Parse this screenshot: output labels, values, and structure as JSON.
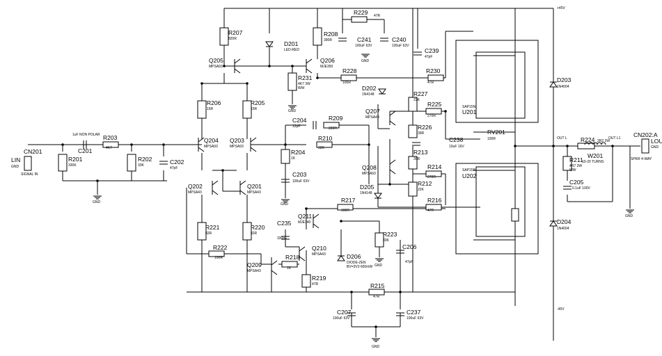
{
  "components": [
    {
      "id": "cn201",
      "ref": "CN201",
      "vals": [
        "SIGNAL IN"
      ]
    },
    {
      "id": "cn201pins",
      "ref": "LIN",
      "vals": [
        "GND"
      ]
    },
    {
      "id": "c201",
      "ref": "C201",
      "vals": [
        "1uF NON POLAR"
      ]
    },
    {
      "id": "r203",
      "ref": "R203",
      "vals": [
        "4K7"
      ]
    },
    {
      "id": "r201",
      "ref": "R201",
      "vals": [
        "330K"
      ]
    },
    {
      "id": "r202",
      "ref": "R202",
      "vals": [
        "33K"
      ]
    },
    {
      "id": "c202",
      "ref": "C202",
      "vals": [
        "47pF"
      ]
    },
    {
      "id": "r207",
      "ref": "R207",
      "vals": [
        "820R"
      ]
    },
    {
      "id": "d201",
      "ref": "D201",
      "vals": [
        "LED-RED"
      ]
    },
    {
      "id": "r208",
      "ref": "R208",
      "vals": [
        "390R"
      ]
    },
    {
      "id": "r229",
      "ref": "R229",
      "vals": [
        "47R"
      ]
    },
    {
      "id": "c241",
      "ref": "C241",
      "vals": [
        "100uF 63V"
      ]
    },
    {
      "id": "c240",
      "ref": "C240",
      "vals": [
        "100uF 63V"
      ]
    },
    {
      "id": "c239",
      "ref": "C239",
      "vals": [
        "47pF"
      ]
    },
    {
      "id": "q205",
      "ref": "Q205",
      "vals": [
        "MPSA93"
      ]
    },
    {
      "id": "q206",
      "ref": "Q206",
      "vals": [
        "MJE350"
      ]
    },
    {
      "id": "r231",
      "ref": "R231",
      "vals": [
        "4K7 3W",
        "WW"
      ]
    },
    {
      "id": "r228",
      "ref": "R228",
      "vals": [
        "100R"
      ]
    },
    {
      "id": "r230",
      "ref": "R230",
      "vals": [
        "47R"
      ]
    },
    {
      "id": "d202",
      "ref": "D202",
      "vals": [
        "1N4148"
      ]
    },
    {
      "id": "r227",
      "ref": "R227",
      "vals": [
        "22K"
      ]
    },
    {
      "id": "r225",
      "ref": "R225",
      "vals": [
        "270R"
      ]
    },
    {
      "id": "q207",
      "ref": "Q207",
      "vals": [
        "MPSA43"
      ]
    },
    {
      "id": "r226",
      "ref": "R226",
      "vals": [
        "39R"
      ]
    },
    {
      "id": "r206",
      "ref": "R206",
      "vals": [
        "15R"
      ]
    },
    {
      "id": "r205",
      "ref": "R205",
      "vals": [
        "15R"
      ]
    },
    {
      "id": "c204",
      "ref": "C204",
      "vals": [
        "12pF"
      ]
    },
    {
      "id": "r209",
      "ref": "R209",
      "vals": [
        "220R"
      ]
    },
    {
      "id": "q204",
      "ref": "Q204",
      "vals": [
        "MPSA93"
      ]
    },
    {
      "id": "q203",
      "ref": "Q203",
      "vals": [
        "MPSA93"
      ]
    },
    {
      "id": "r210",
      "ref": "R210",
      "vals": [
        "33K"
      ]
    },
    {
      "id": "r204",
      "ref": "R204",
      "vals": [
        "1K"
      ]
    },
    {
      "id": "c203",
      "ref": "C203",
      "vals": [
        "100uF 63V"
      ]
    },
    {
      "id": "q202",
      "ref": "Q202",
      "vals": [
        "MPSA43"
      ]
    },
    {
      "id": "q201",
      "ref": "Q201",
      "vals": [
        "MPSA43"
      ]
    },
    {
      "id": "r213",
      "ref": "R213",
      "vals": [
        "39R"
      ]
    },
    {
      "id": "q208",
      "ref": "Q208",
      "vals": [
        "MPSA93"
      ]
    },
    {
      "id": "r214",
      "ref": "R214",
      "vals": [
        "270R"
      ]
    },
    {
      "id": "r212",
      "ref": "R212",
      "vals": [
        "22K"
      ]
    },
    {
      "id": "d205",
      "ref": "D205",
      "vals": [
        "1N4148"
      ]
    },
    {
      "id": "r217",
      "ref": "R217",
      "vals": [
        "100R"
      ]
    },
    {
      "id": "r216",
      "ref": "R216",
      "vals": [
        "47R"
      ]
    },
    {
      "id": "u201",
      "ref": "U201",
      "vals": [
        "SAP15N"
      ]
    },
    {
      "id": "u202",
      "ref": "U202",
      "vals": [
        "SAP15P"
      ]
    },
    {
      "id": "c238",
      "ref": "C238",
      "vals": [
        "10uF 16V"
      ]
    },
    {
      "id": "rv201",
      "ref": "RV201",
      "vals": [
        "100R"
      ]
    },
    {
      "id": "d203",
      "ref": "D203",
      "vals": [
        "1N4004"
      ]
    },
    {
      "id": "d204",
      "ref": "D204",
      "vals": [
        "1N4004"
      ]
    },
    {
      "id": "r224",
      "ref": "R224",
      "vals": [
        "2R2 3W"
      ]
    },
    {
      "id": "w201",
      "ref": "W201",
      "vals": [
        "10-20 TURNS"
      ]
    },
    {
      "id": "r211",
      "ref": "R211",
      "vals": [
        "4R7 3W",
        "WW"
      ]
    },
    {
      "id": "c205",
      "ref": "C205",
      "vals": [
        "0.1uF 100V"
      ]
    },
    {
      "id": "cn202",
      "ref": "CN202:A",
      "vals": [
        "SPKR 4-WAY"
      ]
    },
    {
      "id": "cn202pins",
      "ref": "LOUT",
      "vals": [
        "GND"
      ]
    },
    {
      "id": "r221",
      "ref": "R221",
      "vals": [
        "82R"
      ]
    },
    {
      "id": "r220",
      "ref": "R220",
      "vals": [
        "82R"
      ]
    },
    {
      "id": "c235",
      "ref": "C235",
      "vals": [
        "330pF"
      ]
    },
    {
      "id": "q211",
      "ref": "Q211",
      "vals": [
        "MJE340"
      ]
    },
    {
      "id": "r223",
      "ref": "R223",
      "vals": [
        "33K"
      ]
    },
    {
      "id": "r222",
      "ref": "R222",
      "vals": [
        "100R"
      ]
    },
    {
      "id": "q210",
      "ref": "Q210",
      "vals": [
        "MPSA43"
      ]
    },
    {
      "id": "q209",
      "ref": "Q209",
      "vals": [
        "MPSA43"
      ]
    },
    {
      "id": "r218",
      "ref": "R218",
      "vals": [
        "1K"
      ]
    },
    {
      "id": "r219",
      "ref": "R219",
      "vals": [
        "47R"
      ]
    },
    {
      "id": "d206",
      "ref": "D206",
      "vals": [
        "DIODE-ZEN",
        "BV=3V3 600mW"
      ]
    },
    {
      "id": "c206",
      "ref": "C206",
      "vals": [
        "47pF"
      ]
    },
    {
      "id": "r215",
      "ref": "R215",
      "vals": [
        "47R"
      ]
    },
    {
      "id": "c207",
      "ref": "C207",
      "vals": [
        "100uF 63V"
      ]
    },
    {
      "id": "c237",
      "ref": "C237",
      "vals": [
        "100uF 63V"
      ]
    }
  ],
  "rails": {
    "pos": "+45V",
    "neg": "-45V"
  },
  "ground_label": "GND",
  "led_label": "LED-RED",
  "out_labels": {
    "l": "OUT L",
    "l1": "OUT L1"
  },
  "ww_label": "WW"
}
